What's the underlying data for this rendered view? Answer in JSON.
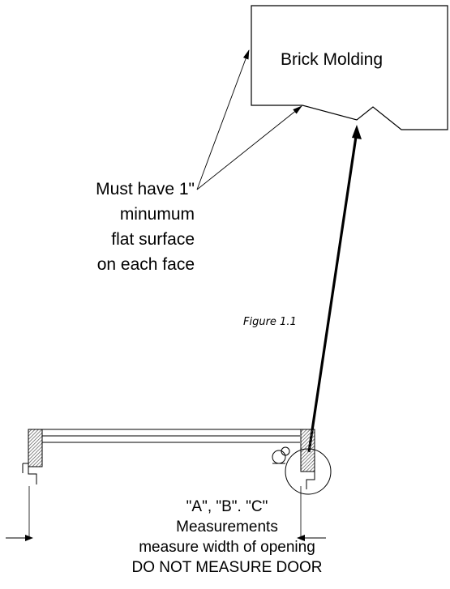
{
  "brick_label": "Brick Molding",
  "note_lines": [
    "Must have 1\"",
    "minumum",
    "flat surface",
    "on each face"
  ],
  "figure_caption": "Figure 1.1",
  "measurement_lines": [
    "\"A\", \"B\". \"C\"",
    "Measurements",
    "measure width of opening",
    "DO NOT MEASURE DOOR"
  ],
  "colors": {
    "line": "#000000",
    "background": "#ffffff",
    "hatch": "#666666"
  }
}
